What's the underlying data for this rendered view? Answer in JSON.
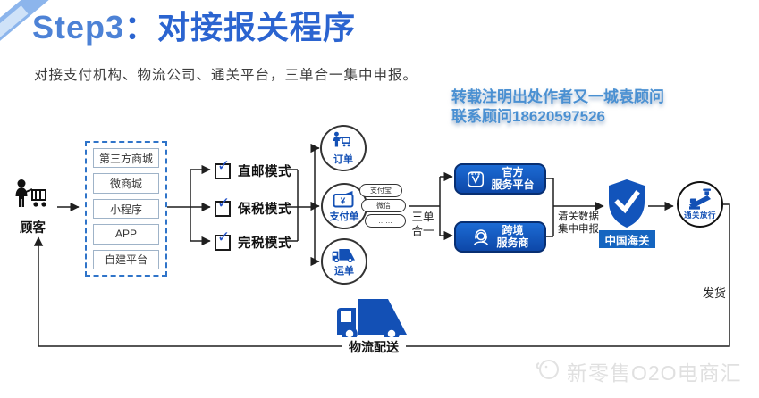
{
  "header": {
    "title_prefix": "Step3",
    "title_main": "：对接报关程序",
    "subtitle": "对接支付机构、物流公司、通关平台，三单合一集中申报。"
  },
  "watermark": {
    "line1": "转载注明出处作者又一城袁顾问",
    "line2": "联系顾问18620597526"
  },
  "flow": {
    "customer_label": "顾客",
    "channels": [
      "第三方商城",
      "微商城",
      "小程序",
      "APP",
      "自建平台"
    ],
    "modes": [
      "直邮模式",
      "保税模式",
      "完税模式"
    ],
    "check_glyph": "✓",
    "order_docs": [
      "订单",
      "支付单",
      "运单"
    ],
    "wallet_symbol": "¥",
    "payment_methods": [
      "支付宝",
      "微信",
      "……"
    ],
    "merge_label": "三单\n合一",
    "platforms": [
      "官方\n服务平台",
      "跨境\n服务商"
    ],
    "declare_label": "清关数据\n集中申报",
    "customs_label": "中国海关",
    "release_label": "通关放行",
    "ship_label": "发货",
    "logistics_label": "物流配送"
  },
  "footer": {
    "brand": "新零售O2O电商汇"
  },
  "icons": {
    "customer": "person-with-cart",
    "order": "person-with-cart",
    "payment": "wallet-yen",
    "waybill": "truck",
    "official_platform": "stamp-seal",
    "cross_border": "headset-agent",
    "customs": "shield-check",
    "release": "customs-officer-desk",
    "logistics": "truck",
    "mode_checkbox": "checkbox-checked",
    "brand_logo": "megaphone-bird"
  },
  "colors": {
    "title_blue": "#2b64d0",
    "icon_blue": "#1350b5",
    "box_blue": "#1565c0",
    "box_border": "#082f72",
    "watermark_blue": "#4a90d2",
    "line_dark": "#1f1f1f"
  }
}
